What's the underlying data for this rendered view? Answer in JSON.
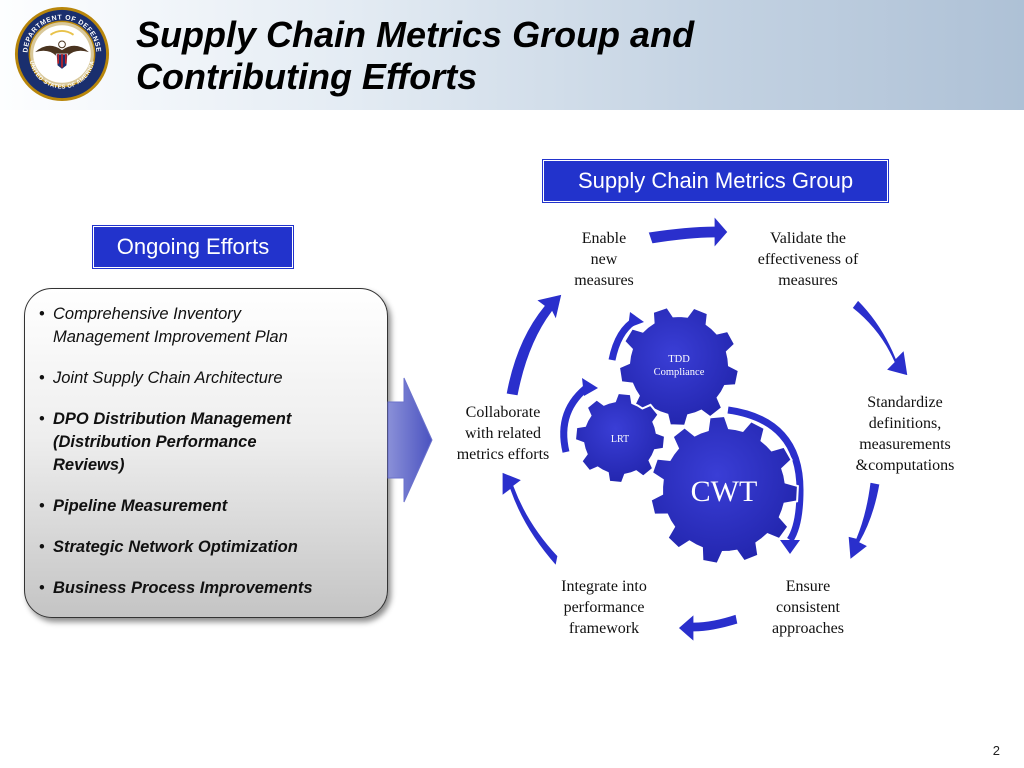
{
  "header": {
    "title_line1": "Supply Chain Metrics Group and",
    "title_line2": "Contributing Efforts",
    "seal_text": "DEPARTMENT OF DEFENSE UNITED STATES OF AMERICA"
  },
  "ongoing": {
    "label": "Ongoing Efforts",
    "items": [
      {
        "text_line1": "Comprehensive Inventory",
        "text_line2": "Management Improvement Plan",
        "bold": false
      },
      {
        "text_line1": "Joint Supply Chain Architecture",
        "bold": false
      },
      {
        "text_line1": "DPO Distribution Management",
        "text_line2": "(Distribution Performance",
        "text_line3": "Reviews)",
        "bold": true
      },
      {
        "text_line1": "Pipeline Measurement",
        "bold": true
      },
      {
        "text_line1": "Strategic Network Optimization",
        "bold": true
      },
      {
        "text_line1": "Business Process Improvements",
        "bold": true
      }
    ]
  },
  "cycle": {
    "label": "Supply Chain Metrics Group",
    "steps": {
      "enable": [
        "Enable",
        "new",
        "measures"
      ],
      "validate": [
        "Validate the",
        "effectiveness of",
        "measures"
      ],
      "standardize": [
        "Standardize",
        "definitions,",
        "measurements",
        "&computations"
      ],
      "ensure": [
        "Ensure",
        "consistent",
        "approaches"
      ],
      "integrate": [
        "Integrate into",
        "performance",
        "framework"
      ],
      "collaborate": [
        "Collaborate",
        "with related",
        "metrics efforts"
      ]
    },
    "gears": {
      "cwt": "CWT",
      "lrt": "LRT",
      "tdd": [
        "TDD",
        "Compliance"
      ]
    }
  },
  "page_number": "2",
  "colors": {
    "accent_blue": "#2233cc",
    "arrow_blue": "#2a2fcc",
    "gear_blue": "#2d30c8"
  }
}
